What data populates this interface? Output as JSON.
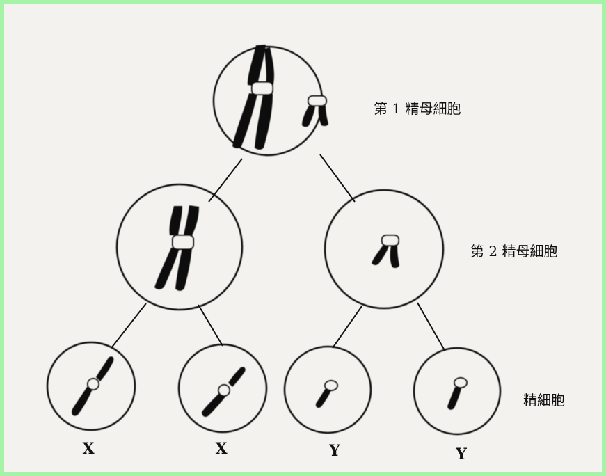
{
  "labels": {
    "primary": "第 1 精母細胞",
    "secondary": "第 2 精母細胞",
    "spermatid": "精細胞"
  },
  "spermatid_labels": [
    "X",
    "X",
    "Y",
    "Y"
  ],
  "colors": {
    "background": "#f4f2ee",
    "border": "#a6f2a6",
    "ink": "#111111"
  }
}
